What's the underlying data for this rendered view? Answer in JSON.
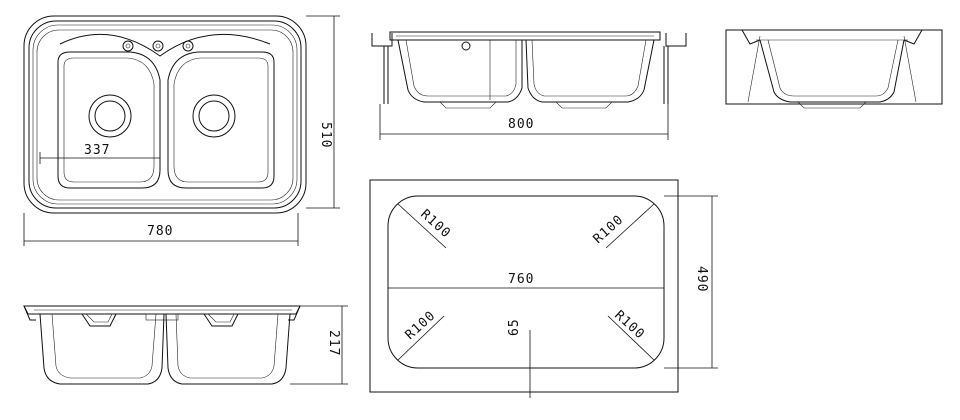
{
  "dimensions": {
    "top_inner_width": "337",
    "top_overall_depth": "510",
    "top_overall_width": "780",
    "side_height": "217",
    "front_width": "800",
    "cutout_width": "760",
    "cutout_depth": "490",
    "offset": "65",
    "radius_top_left": "R100",
    "radius_top_right": "R100",
    "radius_bottom_left": "R100",
    "radius_bottom_right": "R100"
  }
}
